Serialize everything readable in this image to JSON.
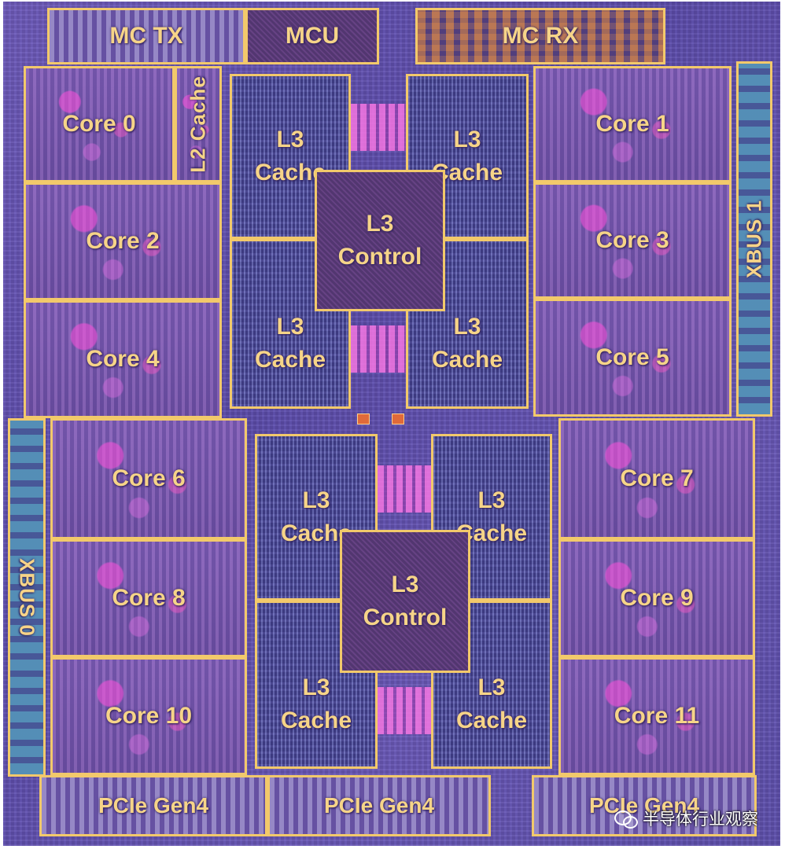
{
  "blocks": {
    "mc_tx": "MC TX",
    "mcu": "MCU",
    "mc_rx": "MC RX",
    "l2_cache": "L2 Cache",
    "xbus_1": "XBUS 1",
    "xbus_0": "XBUS 0",
    "cores": [
      "Core 0",
      "Core 1",
      "Core 2",
      "Core 3",
      "Core 4",
      "Core 5",
      "Core 6",
      "Core 7",
      "Core 8",
      "Core 9",
      "Core 10",
      "Core 11"
    ],
    "l3_cache_line1": "L3",
    "l3_cache_line2": "Cache",
    "l3_control_line1": "L3",
    "l3_control_line2": "Control",
    "pcie": [
      "PCIe Gen4",
      "PCIe Gen4",
      "PCIe Gen4"
    ]
  },
  "watermark": "半导体行业观察",
  "colors": {
    "outline": "#f2c96b",
    "label": "#f6d488",
    "die": "#5a4aa6"
  }
}
